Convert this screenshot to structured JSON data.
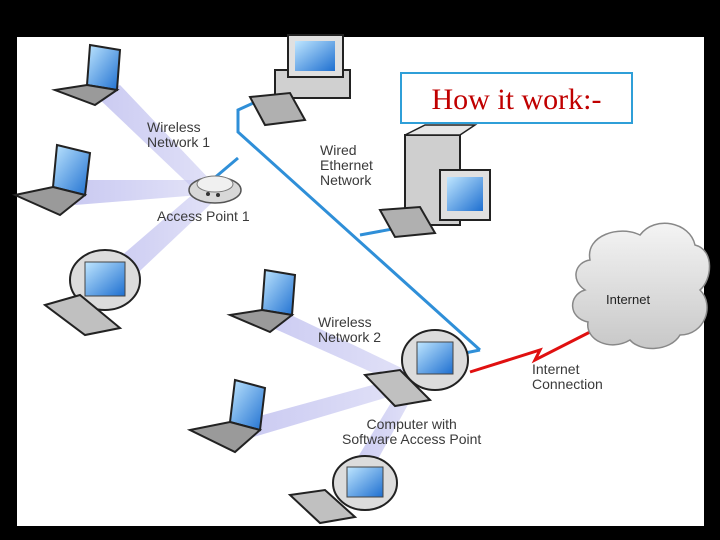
{
  "title": "How it work:-",
  "labels": {
    "wireless_network_1": [
      "Wireless",
      "Network 1"
    ],
    "access_point_1": "Access Point 1",
    "wired_ethernet_network": [
      "Wired",
      "Ethernet",
      "Network"
    ],
    "internet": "Internet",
    "wireless_network_2": [
      "Wireless",
      "Network 2"
    ],
    "internet_connection": [
      "Internet",
      "Connection"
    ],
    "computer_software_ap": [
      "Computer with",
      "Software Access Point"
    ]
  },
  "colors": {
    "ethernet_line": "#2f8fd8",
    "internet_link": "#e01010",
    "wireless_beam": "#b8b8ec",
    "title_border": "#2f9fd8",
    "title_text": "#c00000"
  }
}
